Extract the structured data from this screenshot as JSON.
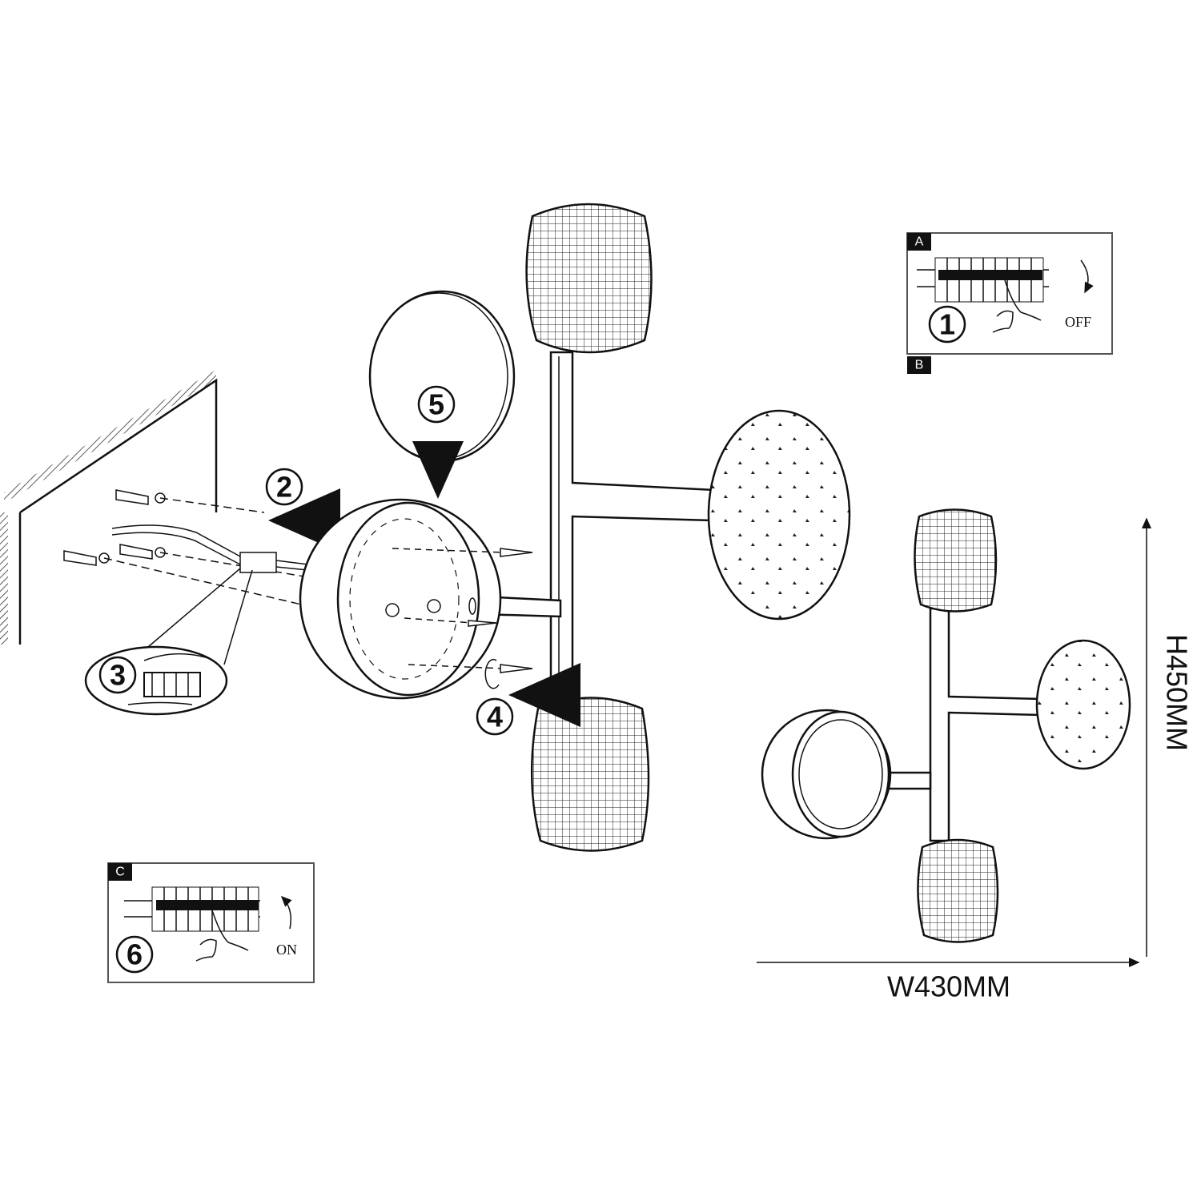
{
  "steps": {
    "step1": "1",
    "step2": "2",
    "step3": "3",
    "step4": "4",
    "step5": "5",
    "step6": "6"
  },
  "breaker_panels": {
    "off_panel": {
      "tag_top": "A",
      "tag_bottom": "B",
      "label": "OFF"
    },
    "on_panel": {
      "tag": "C",
      "label": "ON"
    }
  },
  "dimensions": {
    "width": "W430MM",
    "height": "H450MM"
  },
  "colors": {
    "line": "#111111",
    "background": "#ffffff"
  }
}
